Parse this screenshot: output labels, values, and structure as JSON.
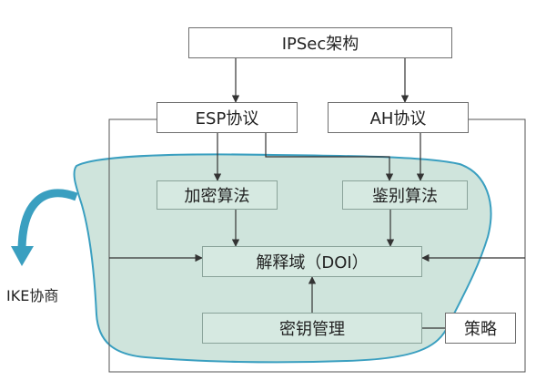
{
  "diagram": {
    "ipsec_label": "IPSec架构",
    "esp_label": "ESP协议",
    "ah_label": "AH协议",
    "encryption_label": "加密算法",
    "authentication_label": "鉴别算法",
    "doi_label": "解释域（DOI）",
    "key_management_label": "密钥管理",
    "policy_label": "策略",
    "ike_label": "IKE协商"
  },
  "colors": {
    "region_fill": "#cfe4dc",
    "region_outline": "#3a9fc0",
    "box_fill": "#d6e9e1",
    "line": "#333333",
    "ike_arrow": "#3a9fc0"
  }
}
